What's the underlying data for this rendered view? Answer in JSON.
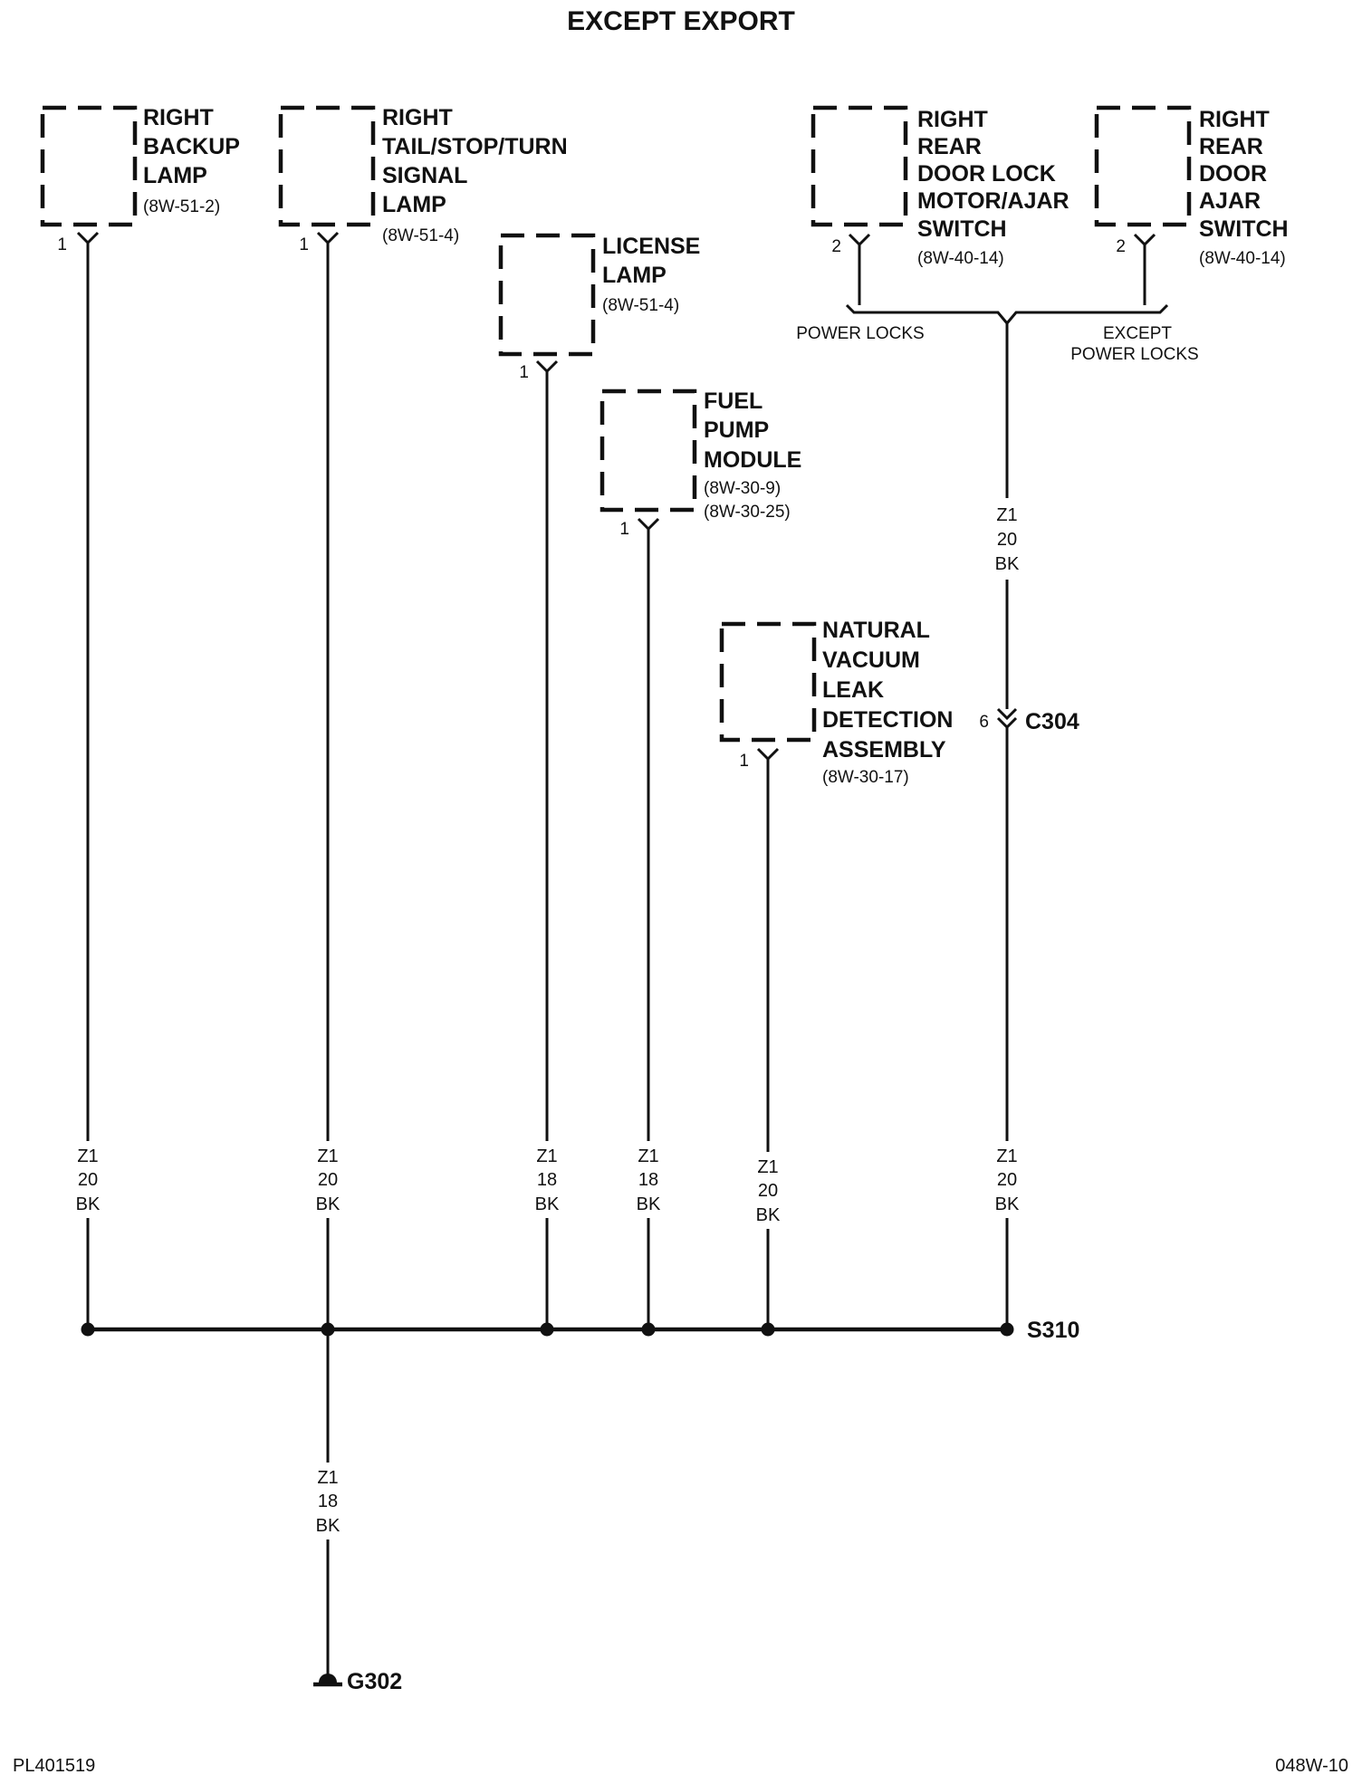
{
  "title": "EXCEPT EXPORT",
  "components": {
    "backup_lamp": {
      "name_lines": [
        "RIGHT",
        "BACKUP",
        "LAMP"
      ],
      "ref": "(8W-51-2)",
      "pin": "1"
    },
    "tail_lamp": {
      "name_lines": [
        "RIGHT",
        "TAIL/STOP/TURN",
        "SIGNAL",
        "LAMP"
      ],
      "ref": "(8W-51-4)",
      "pin": "1"
    },
    "license_lamp": {
      "name_lines": [
        "LICENSE",
        "LAMP"
      ],
      "ref": "(8W-51-4)",
      "pin": "1"
    },
    "fuel_pump": {
      "name_lines": [
        "FUEL",
        "PUMP",
        "MODULE"
      ],
      "refs": [
        "(8W-30-9)",
        "(8W-30-25)"
      ],
      "pin": "1"
    },
    "nvld": {
      "name_lines": [
        "NATURAL",
        "VACUUM",
        "LEAK",
        "DETECTION",
        "ASSEMBLY"
      ],
      "ref": "(8W-30-17)",
      "pin": "1"
    },
    "door_lock": {
      "name_lines": [
        "RIGHT",
        "REAR",
        "DOOR LOCK",
        "MOTOR/AJAR",
        "SWITCH"
      ],
      "ref": "(8W-40-14)",
      "pin": "2"
    },
    "door_ajar": {
      "name_lines": [
        "RIGHT",
        "REAR",
        "DOOR",
        "AJAR",
        "SWITCH"
      ],
      "ref": "(8W-40-14)",
      "pin": "2"
    }
  },
  "options": {
    "power_locks": "POWER LOCKS",
    "except_power_locks": [
      "EXCEPT",
      "POWER LOCKS"
    ]
  },
  "wires": {
    "backup": [
      "Z1",
      "20",
      "BK"
    ],
    "tail": [
      "Z1",
      "20",
      "BK"
    ],
    "license": [
      "Z1",
      "18",
      "BK"
    ],
    "fuel": [
      "Z1",
      "18",
      "BK"
    ],
    "nvld": [
      "Z1",
      "20",
      "BK"
    ],
    "door_upper": [
      "Z1",
      "20",
      "BK"
    ],
    "door_lower": [
      "Z1",
      "20",
      "BK"
    ],
    "ground": [
      "Z1",
      "18",
      "BK"
    ]
  },
  "connector": {
    "pin": "6",
    "name": "C304"
  },
  "splice": "S310",
  "ground": "G302",
  "footer": {
    "left": "PL401519",
    "right": "048W-10"
  }
}
